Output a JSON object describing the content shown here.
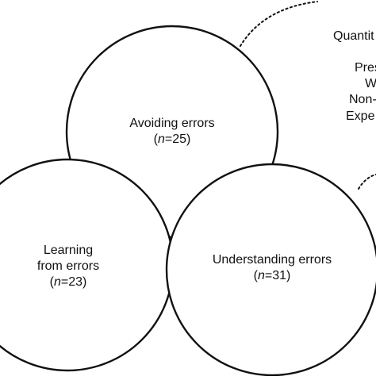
{
  "circles": {
    "avoiding": {
      "title": "Avoiding errors",
      "n_prefix": "(",
      "n_italic": "n",
      "n_value": "=25)"
    },
    "learning": {
      "line1": "Learning",
      "line2": "from errors",
      "n_prefix": "(",
      "n_italic": "n",
      "n_value": "=23)"
    },
    "understanding": {
      "title": "Understanding errors",
      "n_prefix": "(",
      "n_italic": "n",
      "n_value": "=31)"
    }
  },
  "side_panel": {
    "line1": "Quantit",
    "line2": "Pres",
    "line3": "W",
    "line4": "Non-",
    "line5": "Expe"
  }
}
